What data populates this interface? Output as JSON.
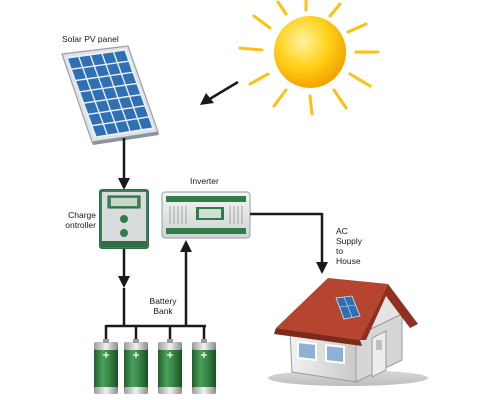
{
  "labels": {
    "solar_panel": "Solar PV panel",
    "charge_controller": "Charge\nontroller",
    "inverter": "Inverter",
    "battery_bank": "Battery\nBank",
    "ac_supply": "AC\nSupply\nto\nHouse"
  },
  "icons": [
    "sun-icon",
    "solar-panel-icon",
    "charge-controller-icon",
    "inverter-icon",
    "battery-icon",
    "house-icon"
  ],
  "colors": {
    "sun": "#ffc010",
    "panel_cell": "#2f6fb4",
    "device_green": "#2e7d4a",
    "battery": "#2f7a3a",
    "roof": "#b5452e",
    "wire": "#1a1a1a"
  },
  "battery_count": 4
}
